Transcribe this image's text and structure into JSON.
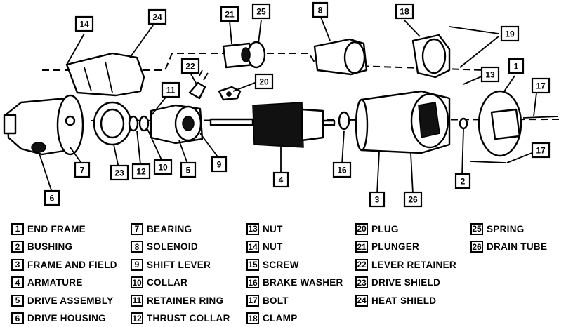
{
  "callouts": [
    {
      "n": "1"
    },
    {
      "n": "2"
    },
    {
      "n": "3"
    },
    {
      "n": "4"
    },
    {
      "n": "5"
    },
    {
      "n": "6"
    },
    {
      "n": "7"
    },
    {
      "n": "8"
    },
    {
      "n": "9"
    },
    {
      "n": "10"
    },
    {
      "n": "11"
    },
    {
      "n": "12"
    },
    {
      "n": "13"
    },
    {
      "n": "14"
    },
    {
      "n": "16"
    },
    {
      "n": "17"
    },
    {
      "n": "17"
    },
    {
      "n": "18"
    },
    {
      "n": "19"
    },
    {
      "n": "20"
    },
    {
      "n": "21"
    },
    {
      "n": "22"
    },
    {
      "n": "23"
    },
    {
      "n": "24"
    },
    {
      "n": "25"
    },
    {
      "n": "26"
    }
  ],
  "legend": [
    {
      "num": "1",
      "label": "END FRAME"
    },
    {
      "num": "2",
      "label": "BUSHING"
    },
    {
      "num": "3",
      "label": "FRAME AND FIELD"
    },
    {
      "num": "4",
      "label": "ARMATURE"
    },
    {
      "num": "5",
      "label": "DRIVE ASSEMBLY"
    },
    {
      "num": "6",
      "label": "DRIVE HOUSING"
    },
    {
      "num": "7",
      "label": "BEARING"
    },
    {
      "num": "8",
      "label": "SOLENOID"
    },
    {
      "num": "9",
      "label": "SHIFT LEVER"
    },
    {
      "num": "10",
      "label": "COLLAR"
    },
    {
      "num": "11",
      "label": "RETAINER RING"
    },
    {
      "num": "12",
      "label": "THRUST COLLAR"
    },
    {
      "num": "13",
      "label": "NUT"
    },
    {
      "num": "14",
      "label": "NUT"
    },
    {
      "num": "15",
      "label": "SCREW"
    },
    {
      "num": "16",
      "label": "BRAKE WASHER"
    },
    {
      "num": "17",
      "label": "BOLT"
    },
    {
      "num": "18",
      "label": "CLAMP"
    },
    {
      "num": "20",
      "label": "PLUG"
    },
    {
      "num": "21",
      "label": "PLUNGER"
    },
    {
      "num": "22",
      "label": "LEVER RETAINER"
    },
    {
      "num": "23",
      "label": "DRIVE SHIELD"
    },
    {
      "num": "24",
      "label": "HEAT SHIELD"
    },
    {
      "num": "25",
      "label": "SPRING"
    },
    {
      "num": "26",
      "label": "DRAIN TUBE"
    }
  ]
}
